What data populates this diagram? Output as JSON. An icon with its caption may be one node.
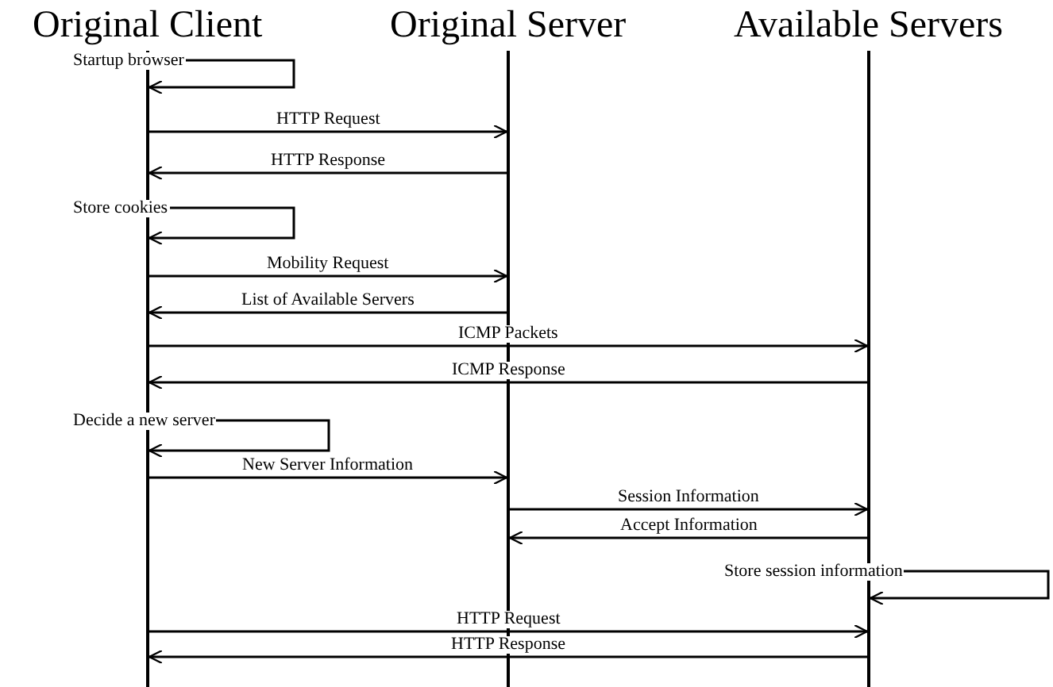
{
  "diagram": {
    "nodes": [
      {
        "text": [
          "Original Client"
        ]
      },
      {
        "text": [
          "Original Server"
        ]
      },
      {
        "text": [
          "Available Servers"
        ]
      }
    ],
    "edges": [
      {
        "from": 0,
        "to": 0,
        "arrow": "to",
        "label": "Startup browser"
      },
      {
        "from": 0,
        "to": 1,
        "arrow": "to",
        "label": "HTTP Request"
      },
      {
        "from": 1,
        "to": 0,
        "arrow": "to",
        "label": "HTTP Response"
      },
      {
        "from": 0,
        "to": 0,
        "arrow": "to",
        "label": "Store cookies"
      },
      {
        "from": 0,
        "to": 1,
        "arrow": "to",
        "label": "Mobility Request"
      },
      {
        "from": 1,
        "to": 0,
        "arrow": "to",
        "label": "List of Available Servers"
      },
      {
        "from": 0,
        "to": 2,
        "arrow": "to",
        "label": "ICMP Packets"
      },
      {
        "from": 2,
        "to": 0,
        "arrow": "to",
        "label": "ICMP Response"
      },
      {
        "from": 0,
        "to": 0,
        "arrow": "to",
        "label": "Decide a new server"
      },
      {
        "from": 0,
        "to": 1,
        "arrow": "to",
        "label": "New Server Information"
      },
      {
        "from": 1,
        "to": 2,
        "arrow": "to",
        "label": "Session Information"
      },
      {
        "from": 2,
        "to": 1,
        "arrow": "to",
        "label": "Accept Information"
      },
      {
        "from": 2,
        "to": 2,
        "arrow": "to",
        "label": "Store session information"
      },
      {
        "from": 0,
        "to": 2,
        "arrow": "to",
        "label": "HTTP Request"
      },
      {
        "from": 2,
        "to": 0,
        "arrow": "to",
        "label": "HTTP Response"
      }
    ]
  }
}
